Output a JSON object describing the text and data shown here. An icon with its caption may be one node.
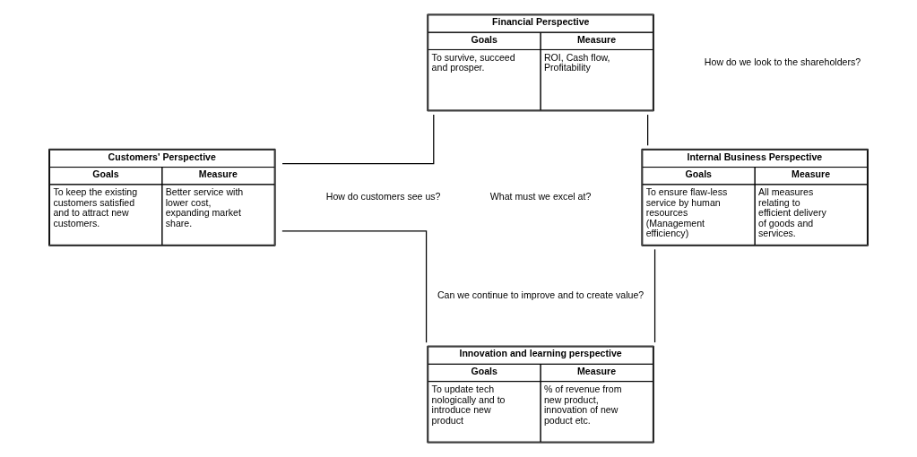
{
  "diagram": {
    "nodes": [
      {
        "text": [
          "Financial Perspective",
          "Goals",
          "Measure",
          "To survive, succeed and prosper.",
          "ROI, Cash flow, Profitability"
        ]
      },
      {
        "text": [
          "Customers' Perspective",
          "Goals",
          "Measure",
          "To keep the existing customers satisfied and to attract new customers.",
          "Better service with lower cost, expanding market share."
        ]
      },
      {
        "text": [
          "Internal Business Perspective",
          "Goals",
          "Measure",
          "To ensure flaw-less service by human resources (Management efficiency)",
          "All measures relating to efficient delivery of goods and services."
        ]
      },
      {
        "text": [
          "Innovation and learning perspective",
          "Goals",
          "Measure",
          "To update tech nologically and to introduce new product",
          "% of revenue from new product, innovation of new poduct etc."
        ]
      }
    ],
    "edges": [
      {
        "from": 0,
        "to": 1,
        "arrow": "none"
      },
      {
        "from": 0,
        "to": 2,
        "arrow": "none"
      },
      {
        "from": 1,
        "to": 3,
        "arrow": "none"
      },
      {
        "from": 2,
        "to": 3,
        "arrow": "none"
      }
    ],
    "labels": [
      "How do we look to the shareholders?",
      "What must we excel at?",
      "How do customers see us?",
      "Can we continue to improve and to create value?"
    ]
  }
}
